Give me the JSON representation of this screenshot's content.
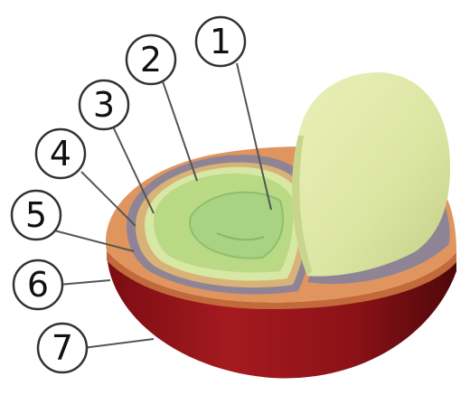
{
  "diagram": {
    "labels": [
      {
        "id": "1",
        "text": "1"
      },
      {
        "id": "2",
        "text": "2"
      },
      {
        "id": "3",
        "text": "3"
      },
      {
        "id": "4",
        "text": "4"
      },
      {
        "id": "5",
        "text": "5"
      },
      {
        "id": "6",
        "text": "6"
      },
      {
        "id": "7",
        "text": "7"
      }
    ],
    "colors": {
      "outer_skin": "#a3161c",
      "outer_skin_dark": "#5e0a0e",
      "pulp": "#e0955e",
      "silver_skin": "#8e8496",
      "parchment": "#d9b277",
      "endosperm": "#c6dc8b",
      "endosperm_light": "#d7e7a4",
      "seed_core": "#b9d985",
      "cut_face": "#a9d383",
      "right_bean": "#dfe7a6",
      "right_bean_shadow": "#c9d58c",
      "leader_line": "#555555"
    }
  }
}
